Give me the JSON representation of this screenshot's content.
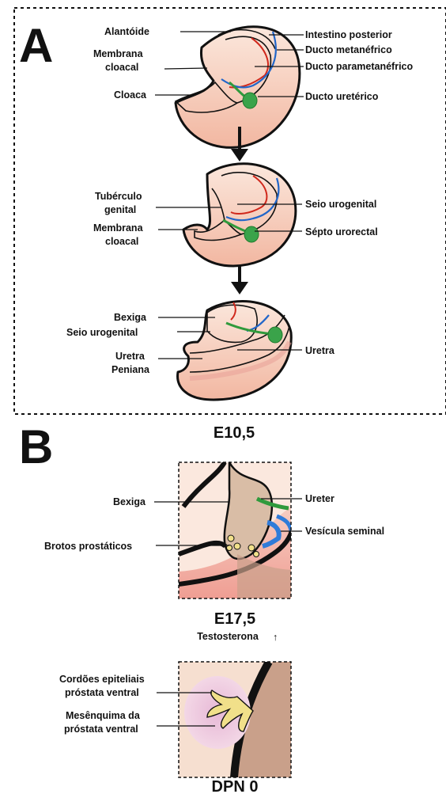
{
  "panel_a": {
    "letter": "A",
    "stage1": {
      "left": [
        "Alantóide",
        "Membrana",
        "cloacal",
        "Cloaca"
      ],
      "right": [
        "Intestino posterior",
        "Ducto metanéfrico",
        "Ducto parametanéfrico",
        "Ducto uretérico"
      ]
    },
    "stage2": {
      "left": [
        "Tubérculo",
        "genital",
        "Membrana",
        "cloacal"
      ],
      "right": [
        "Seio urogenital",
        "Sépto urorectal"
      ]
    },
    "stage3": {
      "left": [
        "Bexiga",
        "Seio urogenital",
        "Uretra",
        "Peniana"
      ],
      "right": [
        "Uretra"
      ]
    }
  },
  "panel_b": {
    "letter": "B",
    "stage_e10": "E10,5",
    "inset1": {
      "left": [
        "Bexiga",
        "Brotos prostáticos"
      ],
      "right": [
        "Ureter",
        "Vesícula seminal"
      ]
    },
    "stage_e17": "E17,5",
    "hormone": "Testosterona",
    "hormone_arrow": "↑",
    "inset2": {
      "left": [
        "Cordões epiteliais",
        "próstata ventral",
        "Mesênquima da",
        "próstata ventral"
      ]
    },
    "stage_dpn": "DPN 0"
  },
  "colors": {
    "skin": "#f6d3c4",
    "inner": "#d9b39a",
    "metanephric": "#2166c9",
    "paramesonephric": "#d0281c",
    "ureteric": "#2f9a3c",
    "bud": "#f1e08a",
    "mesenchyme": "#e7b8d6"
  }
}
